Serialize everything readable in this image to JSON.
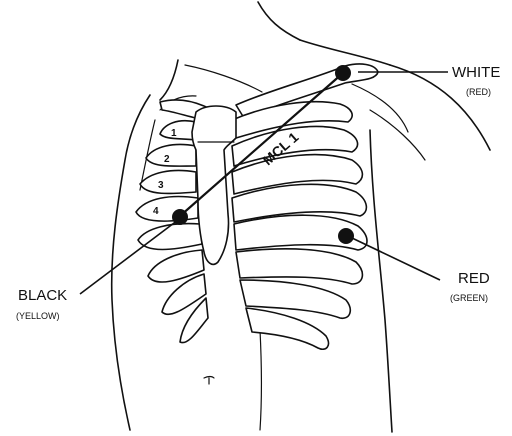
{
  "electrodes": [
    {
      "id": "white",
      "label": "WHITE",
      "alt_label": "(RED)"
    },
    {
      "id": "black",
      "label": "BLACK",
      "alt_label": "(YELLOW)"
    },
    {
      "id": "red",
      "label": "RED",
      "alt_label": "(GREEN)"
    }
  ],
  "lead_label": "MCL 1",
  "rib_numbers": [
    "1",
    "2",
    "3",
    "4"
  ],
  "colors": {
    "ink": "#111111",
    "background": "#ffffff"
  }
}
